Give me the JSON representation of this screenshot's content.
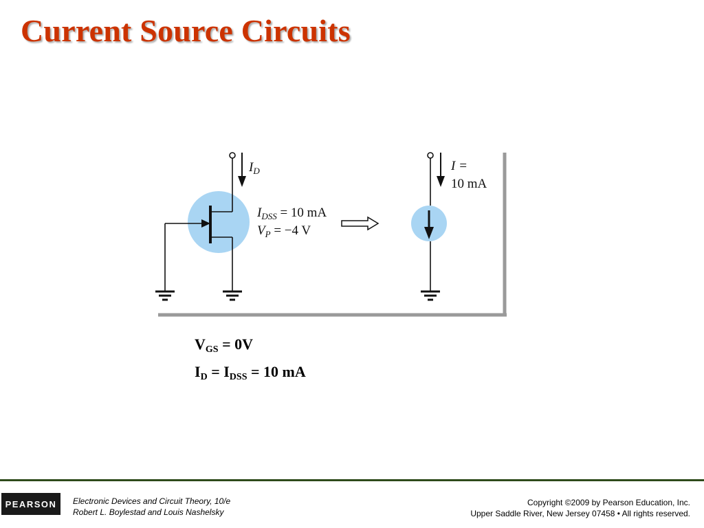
{
  "slide": {
    "title": "Current Source Circuits"
  },
  "diagram": {
    "left_circuit": {
      "current_label_main": "I",
      "current_label_sub": "D",
      "idss_main": "I",
      "idss_sub": "DSS",
      "idss_value": " = 10 mA",
      "vp_main": "V",
      "vp_sub": "P",
      "vp_value": " = −4 V"
    },
    "right_circuit": {
      "current_label_line1": "I  =",
      "current_label_line2": "10 mA"
    },
    "colors": {
      "highlight": "#a9d5f3",
      "panel_shadow": "#9a9a9a",
      "wire": "#111111"
    }
  },
  "equations": {
    "line1": {
      "main": "V",
      "sub": "GS",
      "rest": " = 0V"
    },
    "line2": {
      "main": "I",
      "sub": "D",
      "mid": " = I",
      "sub2": "DSS",
      "rest": " = 10 mA"
    }
  },
  "footer": {
    "logo": "PEARSON",
    "book_line1": "Electronic Devices and Circuit Theory, 10/e",
    "book_line2": "Robert L. Boylestad and Louis Nashelsky",
    "copyright_line1": "Copyright ©2009 by Pearson Education, Inc.",
    "copyright_line2": "Upper Saddle River, New Jersey 07458 • All rights reserved."
  }
}
